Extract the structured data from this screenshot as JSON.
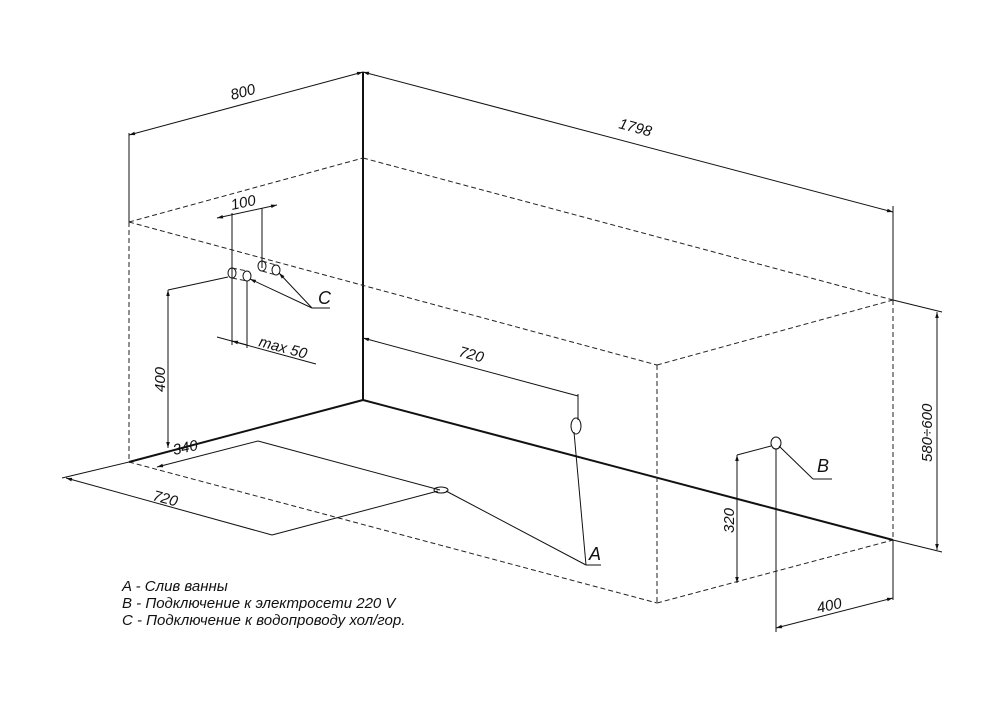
{
  "dimensions": {
    "width": "800",
    "length": "1798",
    "height": "580÷600",
    "pipe_spacing": "100",
    "pipe_offset": "max 50",
    "pipe_height": "400",
    "drain_wall": "720",
    "floor_short": "340",
    "floor_long": "720",
    "power_height": "320",
    "power_offset": "400"
  },
  "markers": {
    "a": "A",
    "b": "B",
    "c": "C"
  },
  "legend": [
    "A - Слив ванны",
    "B - Подключение к электросети 220 V",
    "C - Подключение к водопроводу хол/гор."
  ]
}
